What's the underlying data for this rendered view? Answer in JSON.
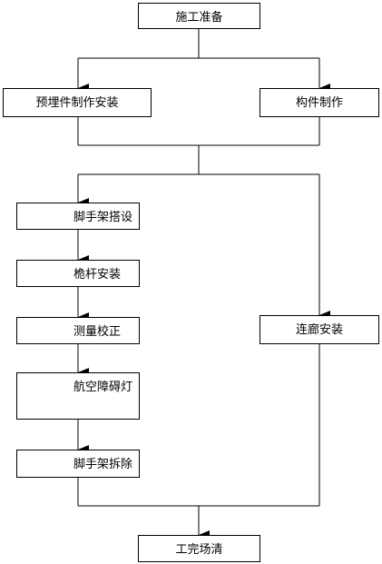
{
  "flowchart": {
    "nodes": {
      "prep": "施工准备",
      "embedded_parts": "预埋件制作安装",
      "component_fab": "构件制作",
      "scaffold_erect": "脚手架搭设",
      "rod_install": "桅杆安装",
      "measure_calibrate": "测量校正",
      "aviation_light": "航空障碍灯",
      "scaffold_remove": "脚手架拆除",
      "corridor_install": "连廊安装",
      "completion_clean": "工完场清"
    },
    "colors": {
      "line": "#000000",
      "box_border": "#000000",
      "box_fill": "#ffffff",
      "text": "#000000"
    }
  }
}
